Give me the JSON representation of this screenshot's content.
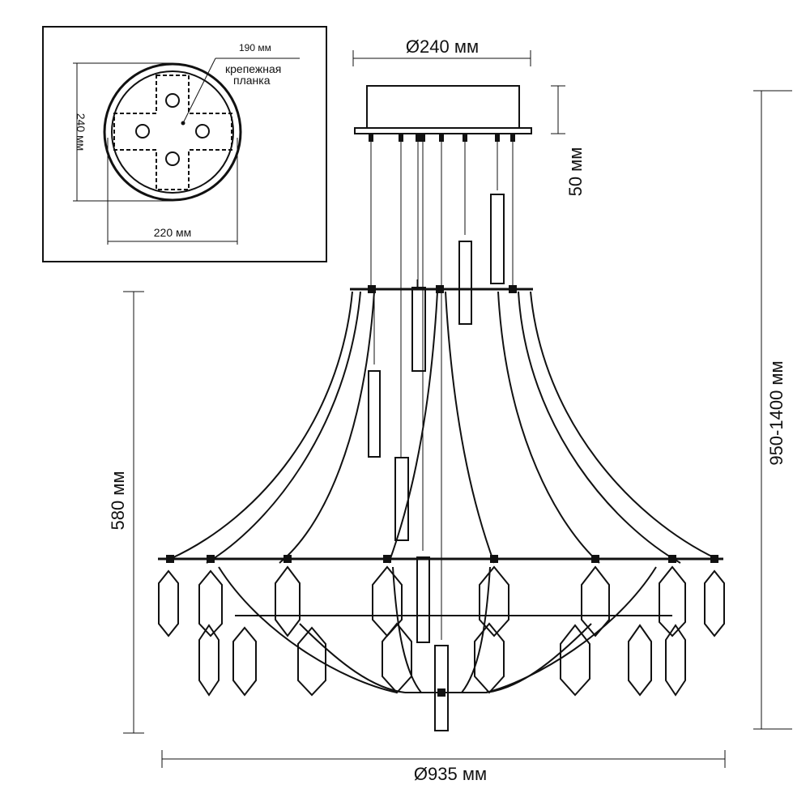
{
  "dimensions": {
    "top_diameter": "Ø240 мм",
    "canopy_height": "50 мм",
    "total_height": "950-1400 мм",
    "body_height": "580 мм",
    "bottom_diameter": "Ø935 мм"
  },
  "inset": {
    "mount_width": "190 мм",
    "mount_label_line1": "крепежная",
    "mount_label_line2": "планка",
    "height_label": "240 мм",
    "width_label": "220 мм"
  }
}
